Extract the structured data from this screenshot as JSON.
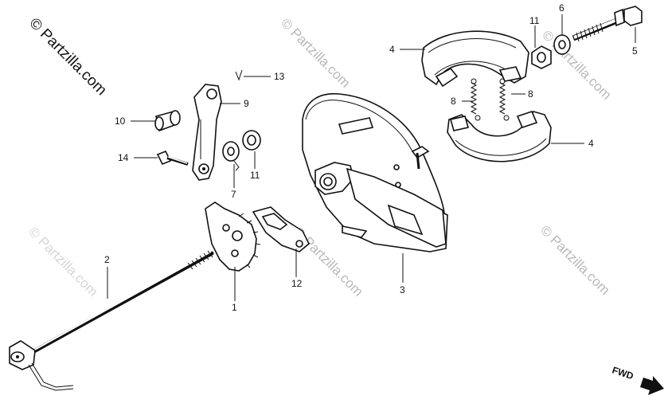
{
  "watermarks": {
    "main": "© Partzilla.com",
    "faint": "© Partzilla.com"
  },
  "direction_label": "FWD",
  "callouts": {
    "c1": "1",
    "c2": "2",
    "c3": "3",
    "c4a": "4",
    "c4b": "4",
    "c5": "5",
    "c6": "6",
    "c7": "7",
    "c8a": "8",
    "c8b": "8",
    "c9": "9",
    "c10": "10",
    "c11a": "11",
    "c11b": "11",
    "c12": "12",
    "c13": "13",
    "c14": "14"
  }
}
